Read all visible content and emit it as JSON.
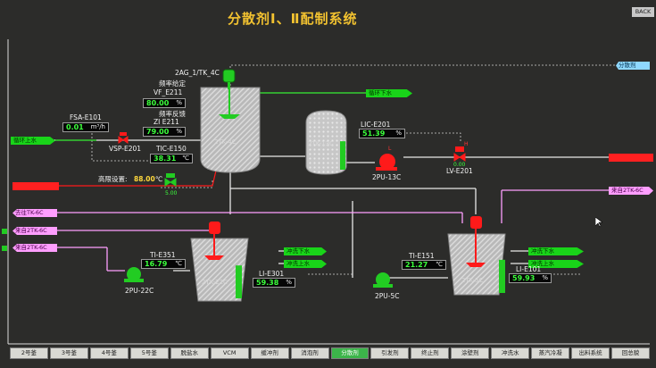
{
  "title": "分散剂Ⅰ、Ⅱ配制系统",
  "corner_button": "BACK",
  "tags": {
    "fenshan_ji": "分散剂",
    "xunhuan_xiashui": "循环下水",
    "xunhuan_shangshui": "循环上水",
    "from_2tk6c_right": "来自2TK-6C",
    "to_tk6c": "去往TK-6C",
    "from_2tk6c_left": "来自2TK-6C",
    "from_2tk6c_left2": "来自2TK-6C",
    "chongxi_xiashui_1": "冲洗下水",
    "chongxi_shangshui_1": "冲洗上水",
    "chongxi_xiashui_2": "冲洗下水",
    "chongxi_shangshui_2": "冲洗上水"
  },
  "instruments": {
    "agitator_tag": "2AG_1/TK_4C",
    "freq_set_label": "频率给定",
    "freq_set_tag": "VF_E211",
    "freq_set_value": "80.00",
    "freq_set_unit": "%",
    "freq_fb_label": "频率反馈",
    "freq_fb_tag": "ZI E211",
    "freq_fb_value": "79.00",
    "freq_fb_unit": "%",
    "flow_tag": "FSA-E101",
    "flow_value": "0.01",
    "flow_unit": "m³/h",
    "vsp_tag": "VSP-E201",
    "temp_ctrl_tag": "TIC-E150",
    "temp_ctrl_value": "38.31",
    "temp_ctrl_unit": "℃",
    "high_limit_label": "高限设置:",
    "high_limit_value": "88.00",
    "high_limit_unit": "℃",
    "valve_small_value": "5.00",
    "level_13c_tag": "LIC-E201",
    "level_13c_value": "51.39",
    "level_13c_unit": "%",
    "pump_13c_tag": "2PU-13C",
    "lv_value": "0.00",
    "lv_tag": "LV-E201",
    "temp_22c_tag": "TI-E351",
    "temp_22c_value": "16.79",
    "temp_22c_unit": "℃",
    "pump_22c_tag": "2PU-22C",
    "level_22c_tag": "LI-E301",
    "level_22c_value": "59.38",
    "level_22c_unit": "%",
    "temp_5c_tag": "TI-E151",
    "temp_5c_value": "21.27",
    "temp_5c_unit": "℃",
    "pump_5c_tag": "2PU-5C",
    "level_5c_tag": "LI-E101",
    "level_5c_value": "59.93",
    "level_5c_unit": "%"
  },
  "tanks": {
    "tk4c": "2TK-4C",
    "tk13c": "2TK-13C",
    "tk22c": "2TK-22C",
    "tk5c": "2TK-5C"
  },
  "levels": {
    "tk13c": 51.39,
    "tk22c": 59.38,
    "tk5c": 59.93
  },
  "nav": [
    "2号釜",
    "3号釜",
    "4号釜",
    "5号釜",
    "脱盐水",
    "VCM",
    "缓冲剂",
    "消泡剂",
    "分散剂",
    "引发剂",
    "终止剂",
    "涂壁剂",
    "冲洗水",
    "蒸汽冷凝",
    "出料系统",
    "回总貌"
  ],
  "nav_active": "分散剂",
  "colors": {
    "background": "#2c2c2a",
    "pipe_white": "#e8e8e8",
    "pipe_pink": "#ff9eff",
    "pipe_green": "#19d419",
    "value_green": "#3cff3c",
    "equipment_red": "#ff1a1a",
    "equipment_green": "#22cc22",
    "tag_blue": "#8fd8ff"
  }
}
